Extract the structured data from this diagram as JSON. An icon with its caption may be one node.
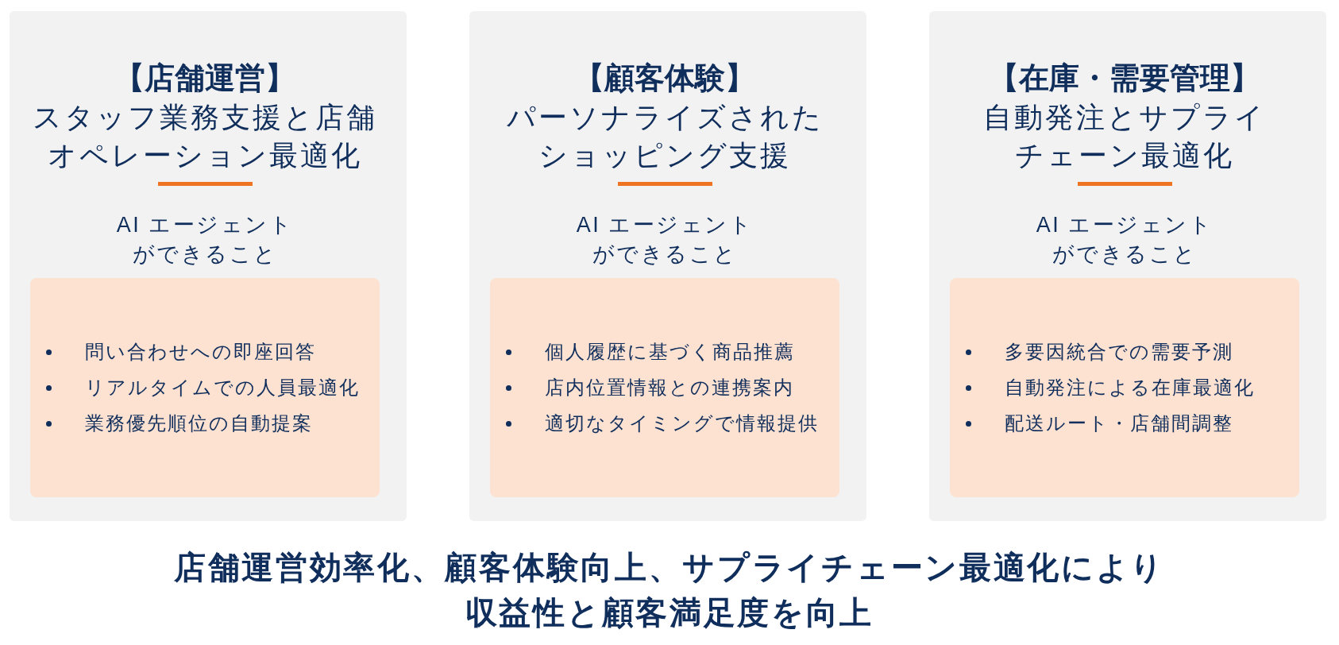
{
  "diagram": {
    "nodes": [
      {
        "text": [
          "【店舗運営】",
          "スタッフ業務支援と店舗オペレーション最適化",
          "AI エージェントができること"
        ]
      },
      {
        "text": [
          "問い合わせへの即座回答",
          "リアルタイムでの人員最適化",
          "業務優先順位の自動提案"
        ],
        "in": 0
      },
      {
        "text": [
          "【顧客体験】",
          "パーソナライズされたショッピング支援",
          "AI エージェントができること"
        ]
      },
      {
        "text": [
          "個人履歴に基づく商品推薦",
          "店内位置情報との連携案内",
          "適切なタイミングで情報提供"
        ],
        "in": 2
      },
      {
        "text": [
          "【在庫・需要管理】",
          "自動発注とサプライチェーン最適化",
          "AI エージェントができること"
        ]
      },
      {
        "text": [
          "多要因統合での需要予測",
          "自動発注による在庫最適化",
          "配送ルート・店舗間調整"
        ],
        "in": 4
      }
    ],
    "caption": "店舗運営効率化、顧客体験向上、サプライチェーン最適化により収益性と顧客満足度を向上"
  }
}
